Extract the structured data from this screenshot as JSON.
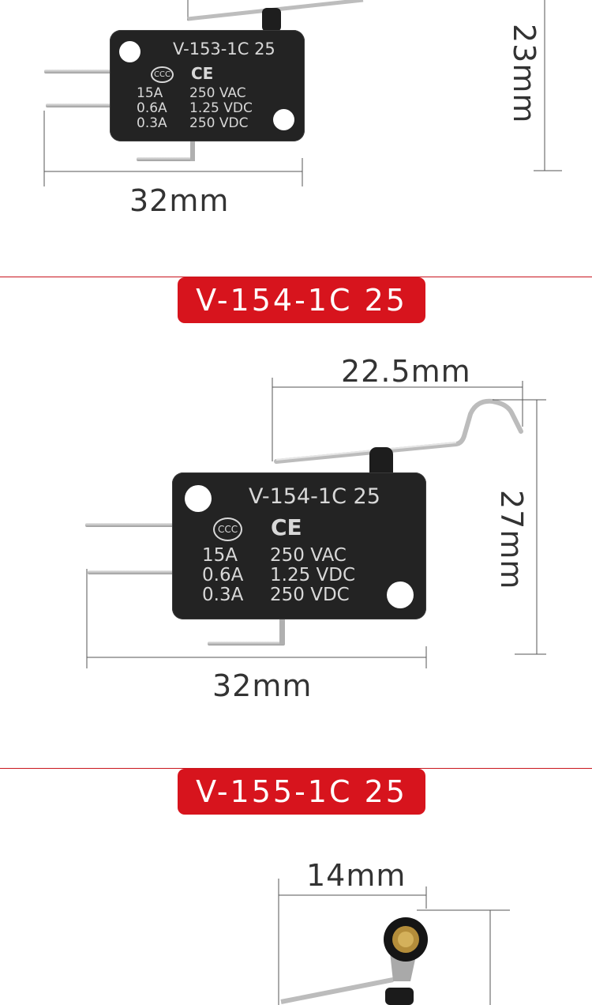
{
  "sections": [
    {
      "model": "V-153-1C 25",
      "width_label": "32mm",
      "height_label": "23mm",
      "specs": [
        {
          "current": "15A",
          "voltage": "250 VAC"
        },
        {
          "current": "0.6A",
          "voltage": "1.25 VDC"
        },
        {
          "current": "0.3A",
          "voltage": "250 VDC"
        }
      ],
      "marks": {
        "ccc": "CCC",
        "ce": "CE"
      }
    },
    {
      "banner": "V-154-1C 25",
      "model": "V-154-1C 25",
      "lever_label": "22.5mm",
      "width_label": "32mm",
      "height_label": "27mm",
      "specs": [
        {
          "current": "15A",
          "voltage": "250 VAC"
        },
        {
          "current": "0.6A",
          "voltage": "1.25 VDC"
        },
        {
          "current": "0.3A",
          "voltage": "250 VDC"
        }
      ],
      "marks": {
        "ccc": "CCC",
        "ce": "CE"
      }
    },
    {
      "banner": "V-155-1C 25",
      "lever_label": "14mm"
    }
  ],
  "colors": {
    "accent": "#d7141d",
    "divider": "#c9151e",
    "dimension_text": "#333333",
    "switch_body": "#232323"
  }
}
